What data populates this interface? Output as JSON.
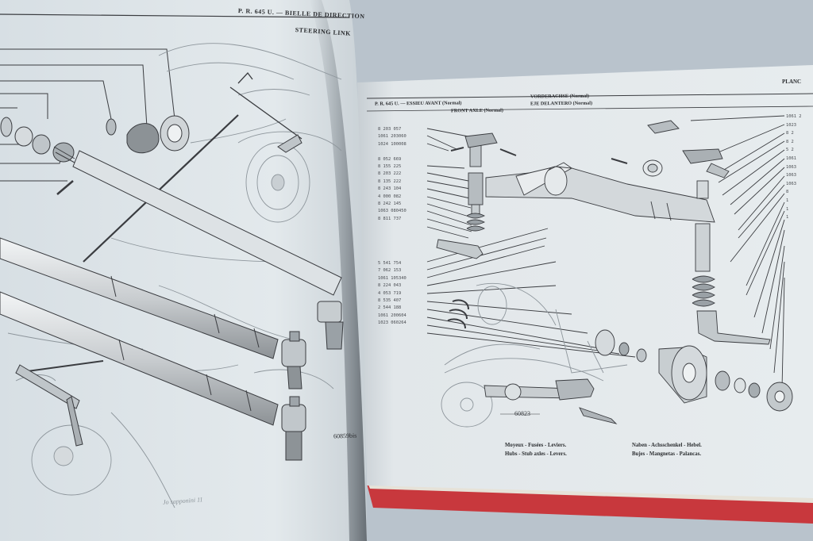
{
  "left_page": {
    "header_line1": "P. R. 645 U. — BIELLE DE DIRECTION",
    "header_line2": "STEERING LINK",
    "figure_number": "60859bis",
    "handwritten_note": "Jo sapponini 11"
  },
  "right_page": {
    "header_code": "P. R. 645 U.",
    "header_fr": "— ESSIEU AVANT (Normal)",
    "header_en": "FRONT AXLE (Normal)",
    "header_de": "VORDERACHSE (Normal)",
    "header_es": "EJE DELANTERO (Normal)",
    "plate_label": "PLANC",
    "figure_number": "60823",
    "part_numbers": [
      "8 203 057",
      "1061 203060",
      "1024 100008",
      "",
      "8 052 669",
      "8 155 225",
      "8 203 222",
      "8 135 222",
      "8 243 104",
      "4 000 082",
      "8 242 145",
      "1063 080450",
      "8 811 737",
      "",
      "",
      "",
      "",
      "",
      "5 541 754",
      "7 062 153",
      "1061 105340",
      "8 224 043",
      "4 053 719",
      "8 535 407",
      "2 544 188",
      "1061 200604",
      "1023 060264"
    ],
    "right_part_numbers": [
      "1061 2",
      "1023",
      "8 2",
      "8 2",
      "5 2",
      "1061",
      "1063",
      "1063",
      "1063",
      "8",
      "1",
      "1",
      "1",
      "",
      "",
      "",
      "",
      "",
      "",
      "",
      "",
      "",
      "",
      "",
      "",
      "",
      "",
      "",
      "",
      "",
      "",
      "",
      "",
      "",
      ""
    ],
    "legend_left": [
      "Moyeux - Fusées - Leviers.",
      "Hubs - Stub axles - Levers."
    ],
    "legend_right": [
      "Naben - Achsschenkel - Hebel.",
      "Bujes - Mangnetas - Palancas."
    ]
  },
  "colors": {
    "background": "#b9c3cc",
    "paper_left": "#dee5e9",
    "paper_right": "#e4e9ec",
    "ink": "#3a3c40",
    "book_cover": "#c8383d"
  }
}
